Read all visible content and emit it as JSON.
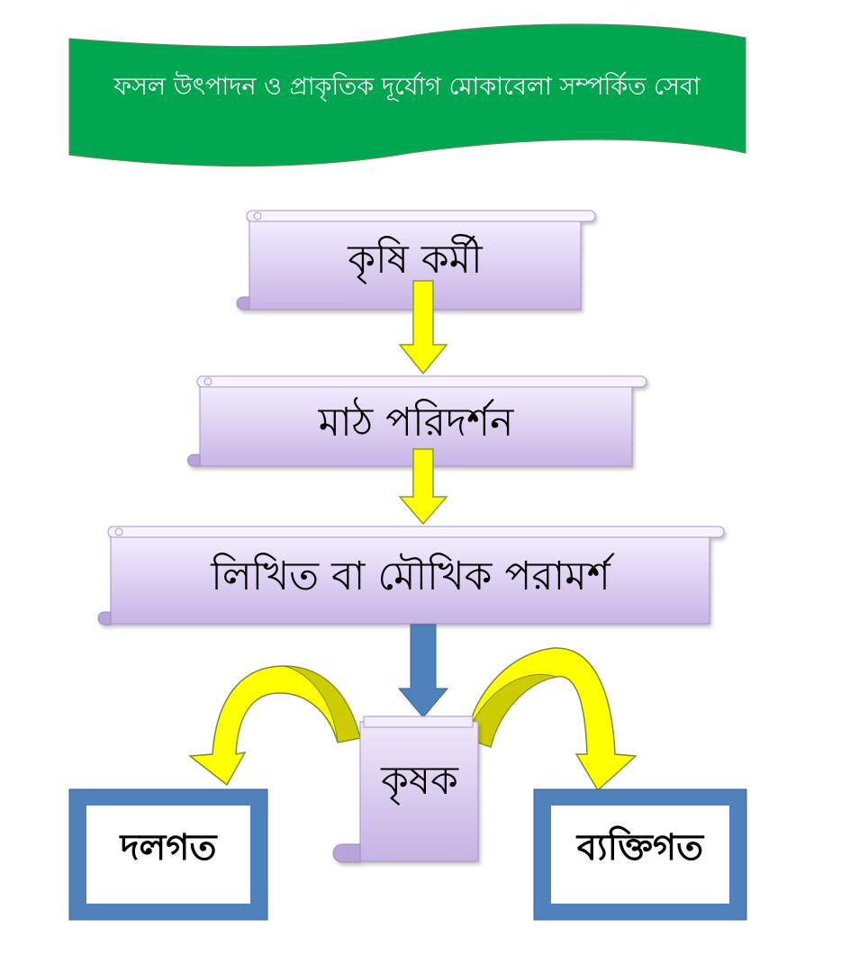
{
  "title_banner": {
    "text": "ফসল উৎপাদন ও প্রাকৃতিক দূর্যোগ মোকাবেলা সম্পর্কিত সেবা",
    "fill": "#00A650",
    "text_color": "#FFFFFF"
  },
  "steps": [
    {
      "label": "কৃষি কর্মী"
    },
    {
      "label": "মাঠ পরিদর্শন"
    },
    {
      "label": "লিখিত বা মৌখিক পরামর্শ"
    }
  ],
  "farmer": {
    "label": "কৃষক"
  },
  "outcomes": {
    "left": {
      "label": "দলগত"
    },
    "right": {
      "label": "ব্যক্তিগত"
    }
  },
  "colors": {
    "scroll_top": "#F3EEFF",
    "scroll_bottom": "#C9B6E6",
    "scroll_edge": "#9F8CC0",
    "arrow_yellow": "#FFFF00",
    "arrow_yellow_dark": "#CCCC00",
    "arrow_outline": "#7A8A2A",
    "arrow_blue": "#4F81BD",
    "box_border": "#4F81BD"
  }
}
